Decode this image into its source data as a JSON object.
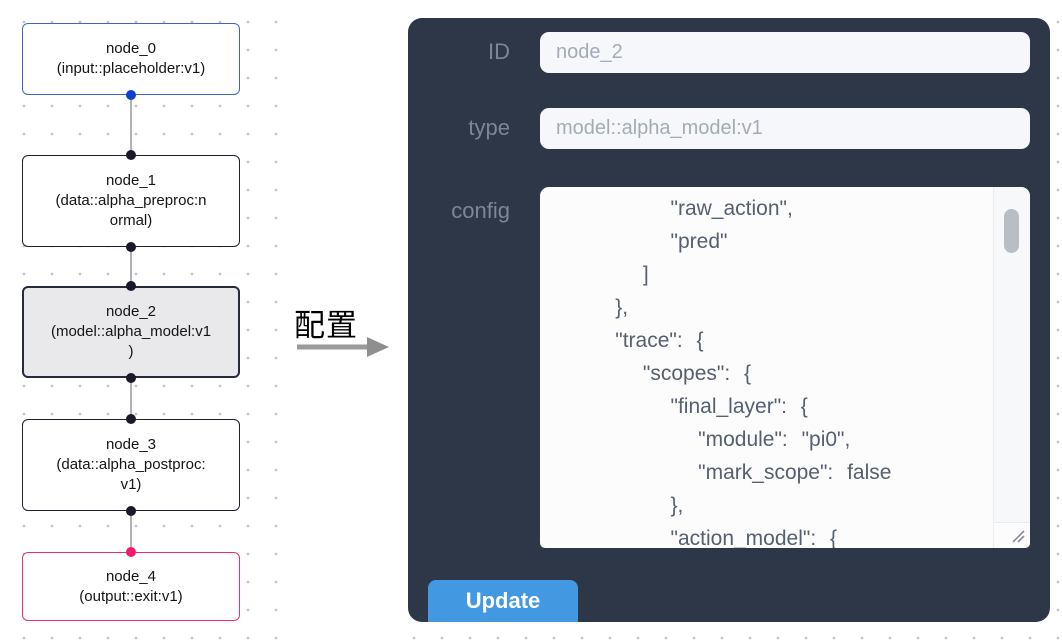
{
  "flow": {
    "nodes": [
      {
        "id": "node_0",
        "kind": "input",
        "label": "node_0\n(input::placeholder:v1)"
      },
      {
        "id": "node_1",
        "kind": "default",
        "label": "node_1\n(data::alpha_preproc:n\normal)"
      },
      {
        "id": "node_2",
        "kind": "default-selected",
        "label": "node_2\n(model::alpha_model:v1\n)"
      },
      {
        "id": "node_3",
        "kind": "default",
        "label": "node_3\n(data::alpha_postproc:\nv1)"
      },
      {
        "id": "node_4",
        "kind": "output",
        "label": "node_4\n(output::exit:v1)"
      }
    ]
  },
  "annotation": {
    "label": "配置"
  },
  "panel": {
    "id_label": "ID",
    "id_value": "node_2",
    "type_label": "type",
    "type_value": "model::alpha_model:v1",
    "config_label": "config",
    "config_value": "        \"raw_action\",\n        \"pred\"\n      ]\n    },\n    \"trace\": {\n      \"scopes\": {\n        \"final_layer\": {\n          \"module\": \"pi0\",\n          \"mark_scope\": false\n        },\n        \"action_model\": {",
    "update_label": "Update"
  },
  "colors": {
    "input_node_border": "#3f66c4",
    "input_handle": "#0a41d0",
    "default_node_border": "#1a202c",
    "default_handle": "#1a192b",
    "output_node_border": "#ed2d72",
    "output_handle": "#f61a6e",
    "selected_node_bg": "#e9e9ec",
    "panel_bg": "#2d3748",
    "update_button": "#4299e1"
  }
}
